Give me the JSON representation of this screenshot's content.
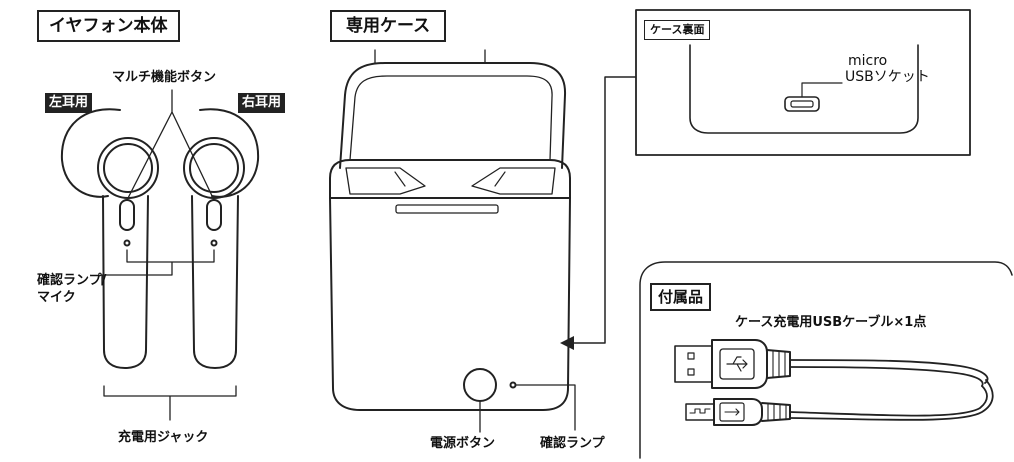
{
  "sections": {
    "earphone_title": "イヤフォン本体",
    "case_title": "専用ケース",
    "case_back_title": "ケース裏面",
    "accessory_title": "付属品"
  },
  "labels": {
    "left_ear": "左耳用",
    "right_ear": "右耳用",
    "multi_button": "マルチ機能ボタン",
    "lamp_mic_line1": "確認ランプ/",
    "lamp_mic_line2": "マイク",
    "charge_jack": "充電用ジャック",
    "power_button": "電源ボタン",
    "confirm_lamp": "確認ランプ",
    "micro_line1": "micro",
    "micro_line2": "USBソケット",
    "cable": "ケース充電用USBケーブル×1点"
  }
}
